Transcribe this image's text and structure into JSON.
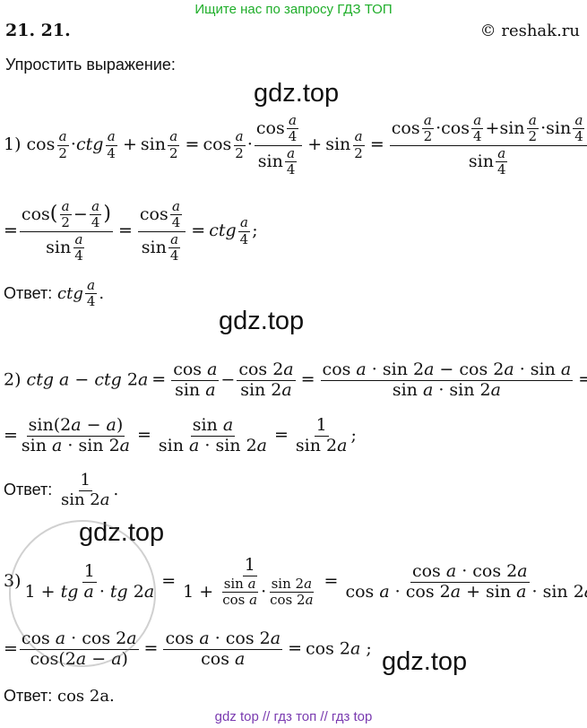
{
  "header": {
    "text": "Ищите нас по запросу ГДЗ ТОП"
  },
  "problem": {
    "number": "21. 21.",
    "site": "© reshak.ru",
    "task": "Упростить выражение:"
  },
  "watermarks": [
    "gdz.top",
    "gdz.top",
    "gdz.top",
    "gdz.top"
  ],
  "answers": {
    "a1_label": "Ответ:",
    "a2_label": "Ответ:",
    "a3_label": "Ответ:",
    "a3_value": "cos 2a."
  },
  "footer": {
    "text": "gdz top  //  гдз топ  //  гдз top"
  }
}
